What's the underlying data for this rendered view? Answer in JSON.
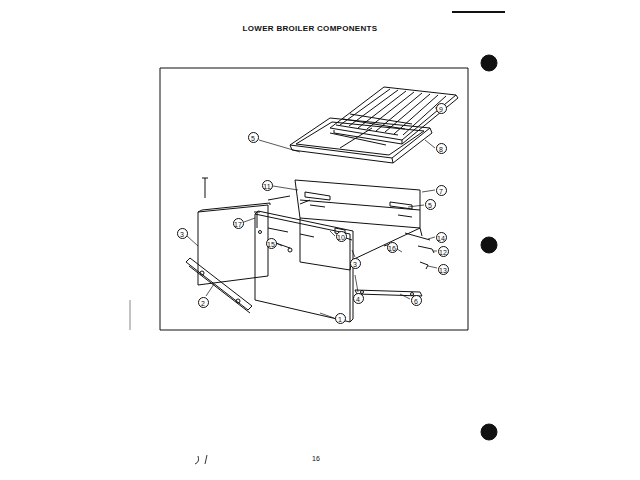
{
  "diagram": {
    "title": "LOWER BROILER COMPONENTS",
    "labels": [
      "9",
      "8",
      "5",
      "11",
      "7",
      "5",
      "17",
      "3",
      "10",
      "14",
      "15",
      "16",
      "12",
      "13",
      "3",
      "4",
      "2",
      "6",
      "1",
      "16"
    ]
  }
}
